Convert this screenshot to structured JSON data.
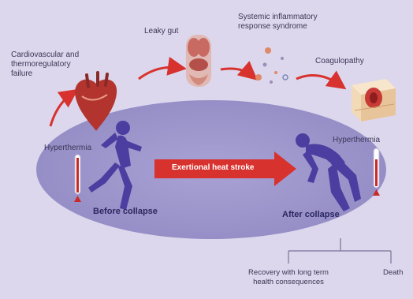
{
  "labels": {
    "cardio": "Cardiovascular and\nthermoregulatory\nfailure",
    "leaky_gut": "Leaky gut",
    "sirs": "Systemic inflammatory\nresponse syndrome",
    "coagulopathy": "Coagulopathy",
    "hyperthermia_left": "Hyperthermia",
    "hyperthermia_right": "Hyperthermia",
    "banner": "Exertional heat stroke",
    "before": "Before collapse",
    "after": "After collapse",
    "recovery": "Recovery with long term\nhealth consequences",
    "death": "Death"
  },
  "colors": {
    "background": "#dcd7ec",
    "ellipse": "#9e97cc",
    "figure": "#4b3ea0",
    "arrow_red": "#d8322e",
    "thermometer": "#c82a25",
    "branch_line": "#7a7398"
  },
  "icons": [
    "heart-icon",
    "organs-icon",
    "cytokine-cluster-icon",
    "blood-vessel-icon",
    "thermometer-icon"
  ]
}
